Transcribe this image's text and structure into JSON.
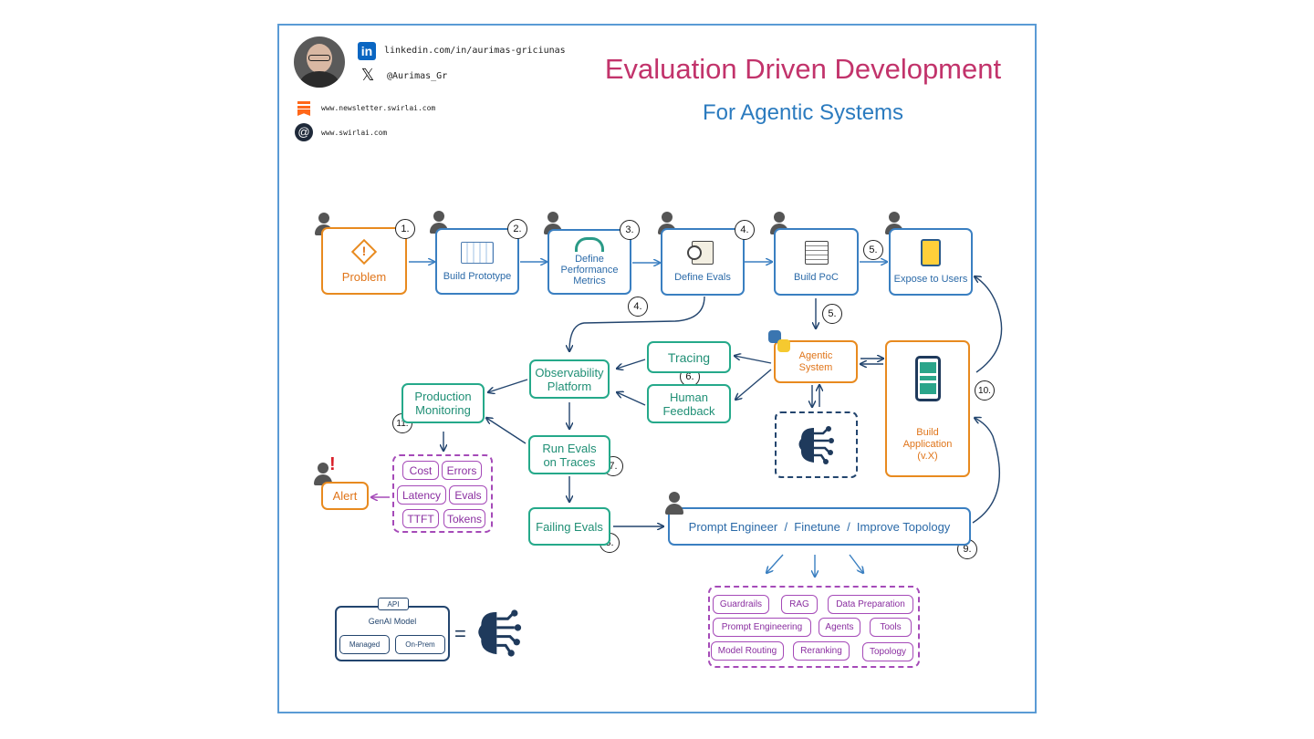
{
  "header": {
    "linkedin": "linkedin.com/in/aurimas-griciunas",
    "twitter": "@Aurimas_Gr",
    "newsletter": "www.newsletter.swirlai.com",
    "website": "www.swirlai.com",
    "title": "Evaluation Driven Development",
    "subtitle": "For Agentic Systems"
  },
  "steps": {
    "problem": "Problem",
    "build_prototype": "Build Prototype",
    "define_metrics": [
      "Define",
      "Performance",
      "Metrics"
    ],
    "define_evals": "Define Evals",
    "build_poc": "Build PoC",
    "expose_users": "Expose to Users"
  },
  "numbers": [
    "1.",
    "2.",
    "3.",
    "4.",
    "5.",
    "6.",
    "7.",
    "8.",
    "9.",
    "10.",
    "11."
  ],
  "middle": {
    "observability": [
      "Observability",
      "Platform"
    ],
    "tracing": "Tracing",
    "human_feedback": [
      "Human",
      "Feedback"
    ],
    "agentic_system": [
      "Agentic",
      "System"
    ],
    "build_application": [
      "Build",
      "Application",
      "(v.X)"
    ],
    "production_monitoring": [
      "Production",
      "Monitoring"
    ],
    "run_evals": [
      "Run Evals",
      "on Traces"
    ],
    "failing_evals": "Failing Evals",
    "alert": "Alert",
    "prompt_engineer": "Prompt Engineer  /  Finetune  /  Improve Topology"
  },
  "metrics_tags": [
    "Cost",
    "Errors",
    "Latency",
    "Evals",
    "TTFT",
    "Tokens"
  ],
  "improvement_tags": [
    "Guardrails",
    "RAG",
    "Data Preparation",
    "Prompt Engineering",
    "Agents",
    "Tools",
    "Model Routing",
    "Reranking",
    "Topology"
  ],
  "legend": {
    "api": "API",
    "model": "GenAI Model",
    "managed": "Managed",
    "onprem": "On-Prem",
    "equals": "="
  },
  "colors": {
    "blue": "#3a7fc1",
    "orange": "#e88a1f",
    "teal": "#25a98a",
    "purple": "#a54ab8",
    "navy": "#23456e",
    "title": "#c2336b"
  }
}
